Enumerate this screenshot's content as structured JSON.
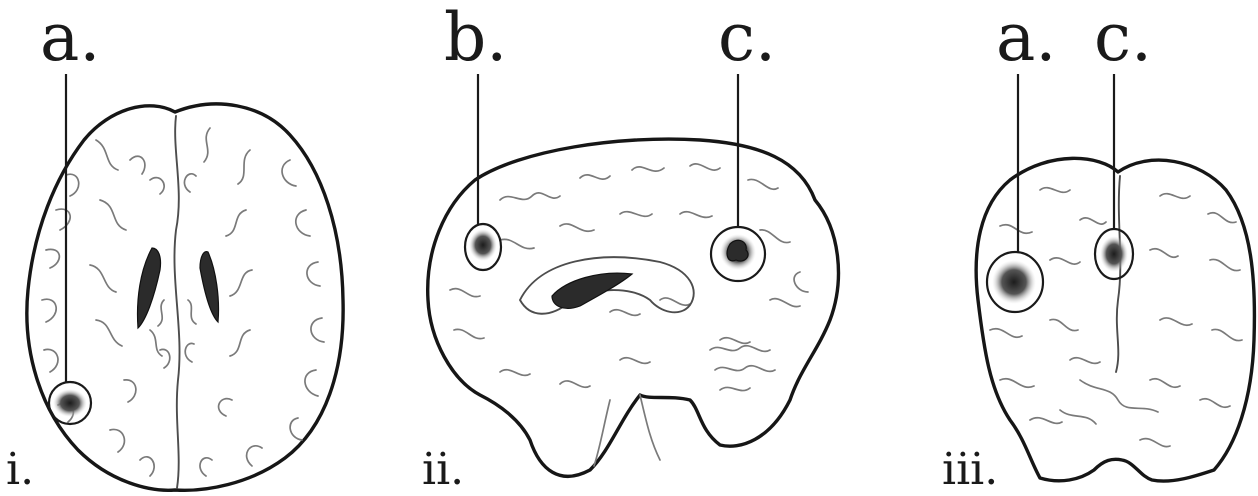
{
  "panels": [
    {
      "numeral": "i.",
      "callouts": [
        "a."
      ]
    },
    {
      "numeral": "ii.",
      "callouts": [
        "b.",
        "c."
      ]
    },
    {
      "numeral": "iii.",
      "callouts": [
        "a.",
        "c."
      ]
    }
  ],
  "colors": {
    "ink": "#1a1a1a",
    "background": "#ffffff",
    "lesion": "#2b2b2b"
  }
}
